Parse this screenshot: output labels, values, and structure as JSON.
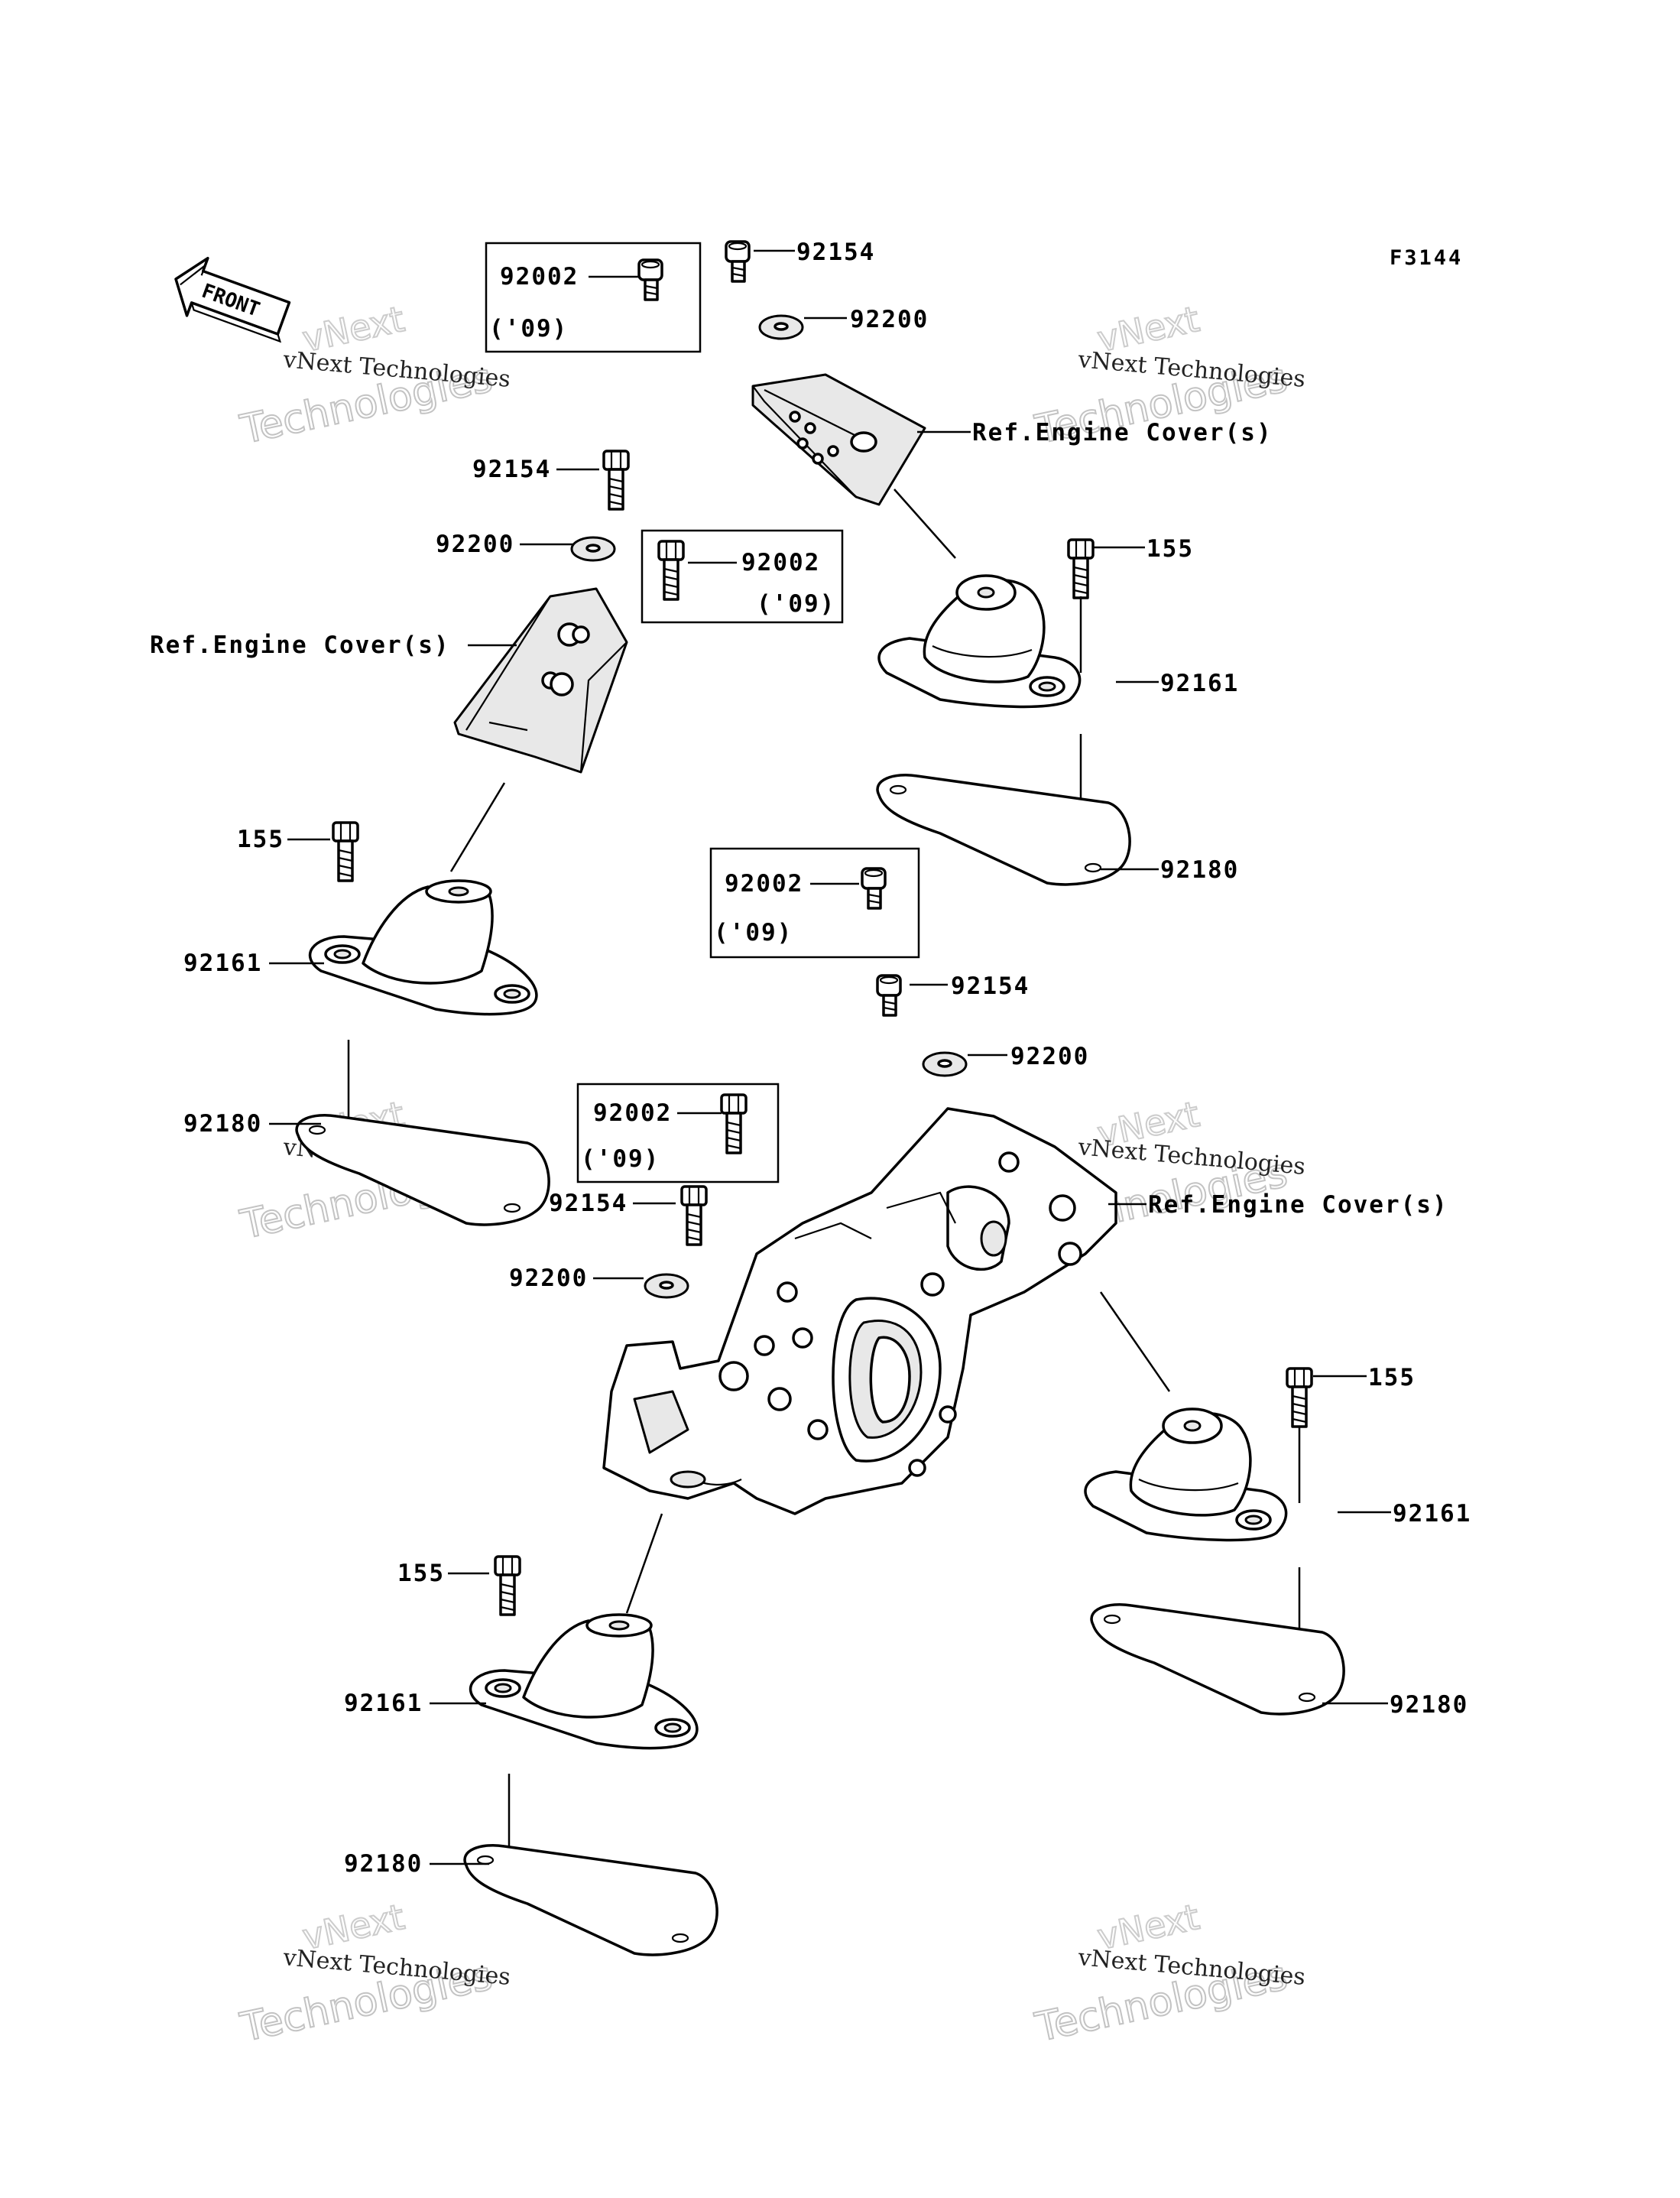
{
  "figure_code": "F3144",
  "front_label": "FRONT",
  "watermark": {
    "line1": "vNext Technologies",
    "line2": "Technologies",
    "line3": "vNext"
  },
  "labels": {
    "p92154_a": "92154",
    "p92200_a": "92200",
    "ref_a": "Ref.Engine Cover(s)",
    "p155_a": "155",
    "p92161_a": "92161",
    "p92180_a": "92180",
    "box1_part": "92002",
    "box1_year": "('09)",
    "p92154_b": "92154",
    "p92200_b": "92200",
    "ref_b": "Ref.Engine Cover(s)",
    "box2_part": "92002",
    "box2_year": "('09)",
    "p155_b": "155",
    "p92161_b": "92161",
    "p92180_b": "92180",
    "box3_part": "92002",
    "box3_year": "('09)",
    "p92154_c": "92154",
    "p92200_c": "92200",
    "ref_c": "Ref.Engine Cover(s)",
    "p155_c": "155",
    "p92161_c": "92161",
    "p92180_c": "92180",
    "box4_part": "92002",
    "box4_year": "('09)",
    "p92154_d": "92154",
    "p92200_d": "92200",
    "p155_d": "155",
    "p92161_d": "92161",
    "p92180_d": "92180"
  }
}
